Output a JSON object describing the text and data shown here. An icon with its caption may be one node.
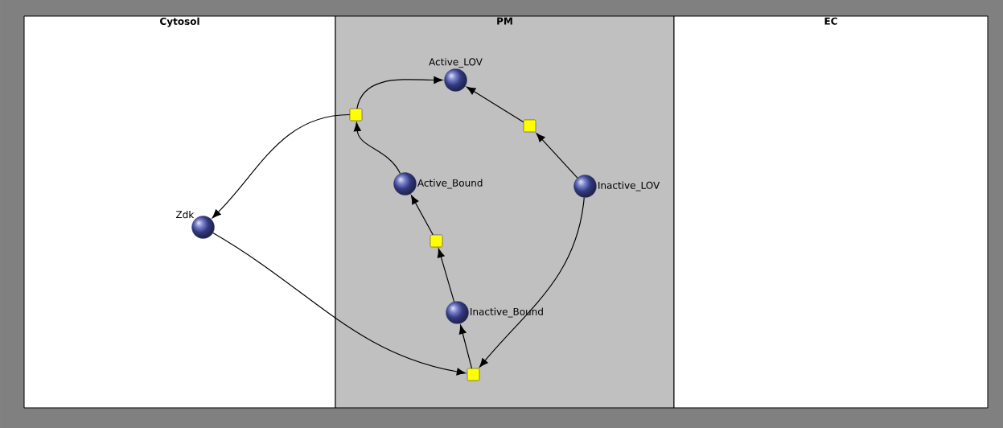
{
  "diagram": {
    "nodes": [
      {
        "text": [
          "Cytosol"
        ]
      },
      {
        "text": [
          "PM"
        ]
      },
      {
        "text": [
          "EC"
        ]
      },
      {
        "text": [
          "Zdk"
        ],
        "in": 0
      },
      {
        "text": [
          "Active_LOV"
        ],
        "in": 1
      },
      {
        "text": [
          "Active_Bound"
        ],
        "in": 1
      },
      {
        "text": [
          "Inactive_LOV"
        ],
        "in": 1
      },
      {
        "text": [
          "Inactive_Bound"
        ],
        "in": 1
      },
      {
        "text": [],
        "shape": "box",
        "in": 1
      },
      {
        "text": [],
        "shape": "box",
        "in": 1
      },
      {
        "text": [],
        "shape": "box",
        "in": 1
      },
      {
        "text": [],
        "shape": "box",
        "in": 1
      }
    ],
    "edges": [
      {
        "from": 8,
        "to": 4,
        "arrow": "to"
      },
      {
        "from": 8,
        "to": 3,
        "arrow": "to"
      },
      {
        "from": 5,
        "to": 8,
        "arrow": "to"
      },
      {
        "from": 6,
        "to": 9,
        "arrow": "to"
      },
      {
        "from": 9,
        "to": 4,
        "arrow": "to"
      },
      {
        "from": 7,
        "to": 10,
        "arrow": "to"
      },
      {
        "from": 10,
        "to": 5,
        "arrow": "to"
      },
      {
        "from": 3,
        "to": 11,
        "arrow": "to"
      },
      {
        "from": 6,
        "to": 11,
        "arrow": "to"
      },
      {
        "from": 11,
        "to": 7,
        "arrow": "to"
      }
    ]
  }
}
